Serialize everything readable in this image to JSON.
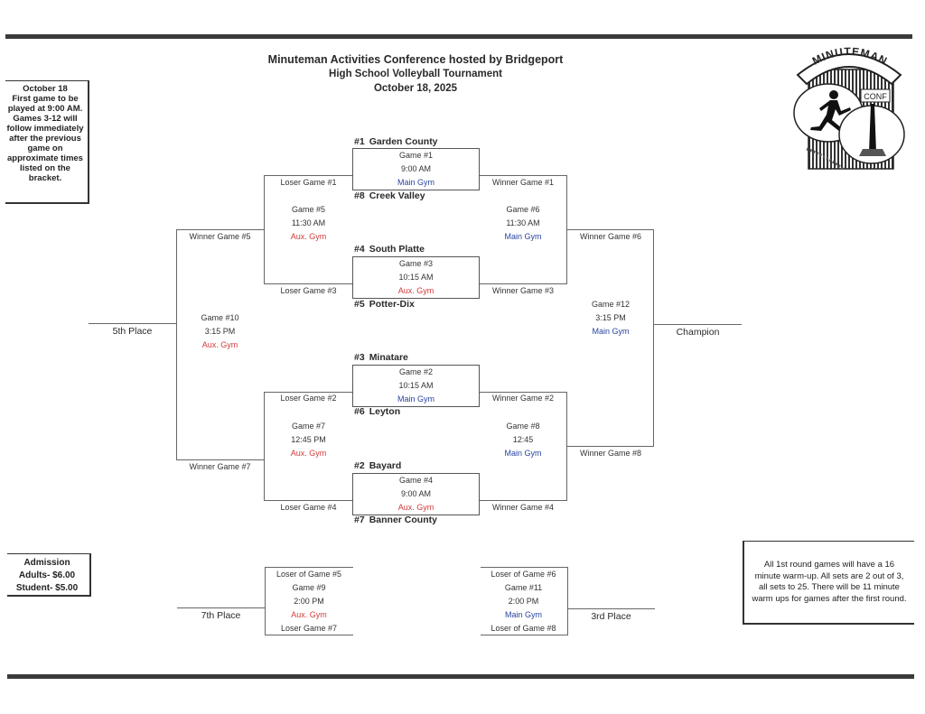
{
  "header": {
    "title_line1": "Minuteman Activities Conference hosted by Bridgeport",
    "title_line2": "High School Volleyball Tournament",
    "title_line3": "October 18, 2025"
  },
  "logo": {
    "arc_text": "MINUTEMAN",
    "badge_text": "CONF"
  },
  "notes": {
    "schedule": [
      "October 18",
      "First game to be",
      "played at 9:00 AM.",
      "Games 3-12 will",
      "follow immediately",
      "after the previous",
      "game on",
      "approximate times",
      "listed on the",
      "bracket."
    ],
    "admission": [
      "Admission",
      "Adults- $6.00",
      "Student- $5.00"
    ],
    "warmup": [
      "All 1st round games will have a 16",
      "minute warm-up. All sets are 2 out of 3,",
      "all sets to 25. There will be 11 minute",
      "warm ups for games after the first round."
    ]
  },
  "colors": {
    "main_gym": "#2844a0",
    "aux_gym": "#d23a3a"
  },
  "teams": [
    {
      "seed": "#1",
      "name": "Garden County"
    },
    {
      "seed": "#8",
      "name": "Creek Valley"
    },
    {
      "seed": "#4",
      "name": "South Platte"
    },
    {
      "seed": "#5",
      "name": "Potter-Dix"
    },
    {
      "seed": "#3",
      "name": "Minatare"
    },
    {
      "seed": "#6",
      "name": "Leyton"
    },
    {
      "seed": "#2",
      "name": "Bayard"
    },
    {
      "seed": "#7",
      "name": "Banner County"
    }
  ],
  "games": {
    "g1": {
      "label": "Game #1",
      "time": "9:00 AM",
      "venue": "Main Gym"
    },
    "g3": {
      "label": "Game #3",
      "time": "10:15 AM",
      "venue": "Aux. Gym"
    },
    "g2": {
      "label": "Game #2",
      "time": "10:15 AM",
      "venue": "Main Gym"
    },
    "g4": {
      "label": "Game #4",
      "time": "9:00 AM",
      "venue": "Aux. Gym"
    },
    "g5": {
      "label": "Game #5",
      "time": "11:30 AM",
      "venue": "Aux. Gym"
    },
    "g6": {
      "label": "Game #6",
      "time": "11:30 AM",
      "venue": "Main Gym"
    },
    "g7": {
      "label": "Game #7",
      "time": "12:45 PM",
      "venue": "Aux. Gym"
    },
    "g8": {
      "label": "Game #8",
      "time": "12:45",
      "venue": "Main Gym"
    },
    "g10": {
      "label": "Game #10",
      "time": "3:15 PM",
      "venue": "Aux. Gym"
    },
    "g12": {
      "label": "Game #12",
      "time": "3:15 PM",
      "venue": "Main Gym"
    },
    "g9": {
      "label": "Game #9",
      "time": "2:00 PM",
      "venue": "Aux. Gym",
      "top": "Loser of Game #5",
      "bottom": "Loser Game #7"
    },
    "g11": {
      "label": "Game #11",
      "time": "2:00 PM",
      "venue": "Main Gym",
      "top": "Loser of Game #6",
      "bottom": "Loser of Game #8"
    }
  },
  "slots": {
    "loser_g1": "Loser Game #1",
    "winner_g1": "Winner Game #1",
    "loser_g3": "Loser Game #3",
    "winner_g3": "Winner Game #3",
    "loser_g2": "Loser Game #2",
    "winner_g2": "Winner Game #2",
    "loser_g4": "Loser Game #4",
    "winner_g4": "Winner Game #4",
    "winner_g5": "Winner Game #5",
    "winner_g7": "Winner Game #7",
    "winner_g6": "Winner Game #6",
    "winner_g8": "Winner Game #8"
  },
  "places": {
    "fifth": "5th Place",
    "champion": "Champion",
    "seventh": "7th Place",
    "third": "3rd Place"
  }
}
